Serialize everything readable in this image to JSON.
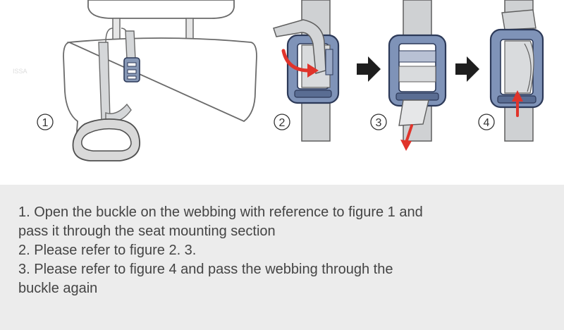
{
  "figures": [
    {
      "number": "1",
      "description": "headrest"
    },
    {
      "number": "2",
      "description": "open buckle"
    },
    {
      "number": "3",
      "description": "pull webbing"
    },
    {
      "number": "4",
      "description": "rethread buckle"
    }
  ],
  "instructions": [
    {
      "line": "1. Open the buckle on the webbing with reference to figure 1 and"
    },
    {
      "line": "pass it through the seat mounting section"
    },
    {
      "line": "2. Please refer to figure 2. 3."
    },
    {
      "line": "3. Please refer to figure 4 and pass the webbing through the"
    },
    {
      "line": "buckle again"
    }
  ],
  "colors": {
    "buckle_blue": "#7f93b8",
    "buckle_dark": "#2c3958",
    "strap_gray": "#cfd1d3",
    "arrow_red": "#e0342b",
    "arrow_black": "#1e1e1e",
    "panel_bg": "#ececec",
    "text": "#444444"
  }
}
